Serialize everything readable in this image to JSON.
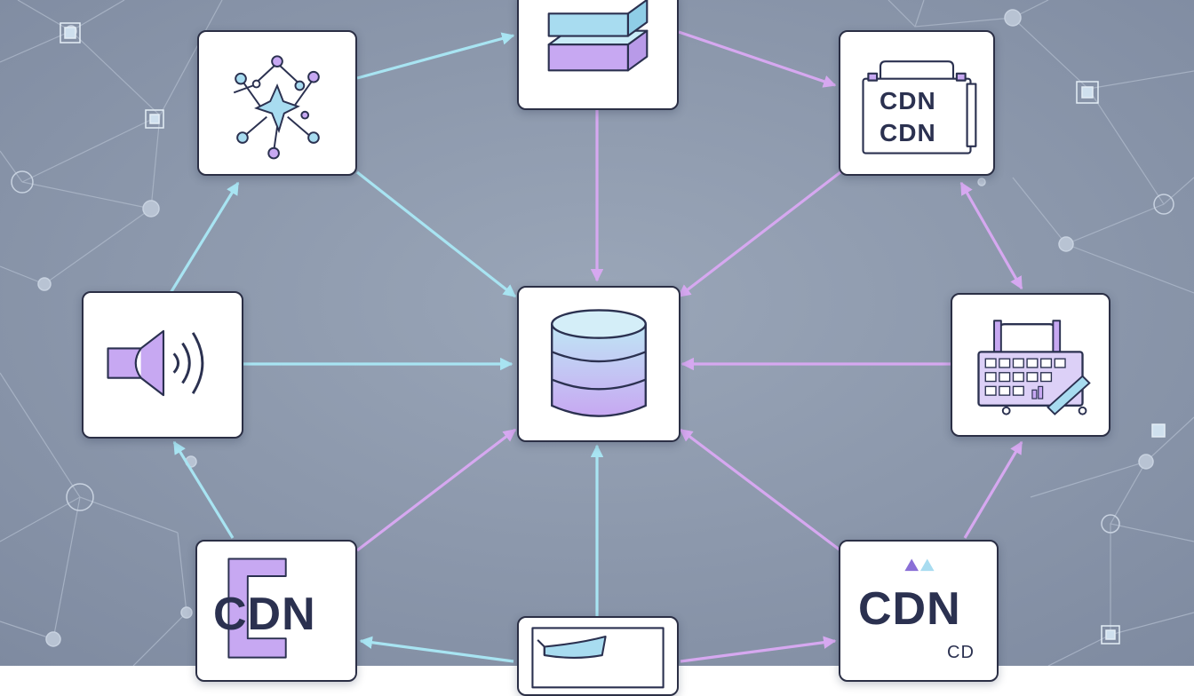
{
  "colors": {
    "background": "#8c99ad",
    "node_fill": "#ffffff",
    "node_border": "#2b2f45",
    "arrow_cyan": "#a8e4f2",
    "arrow_violet": "#d6a8f0",
    "accent_lavender": "#c7a8f2",
    "accent_teal": "#a8dcf0"
  },
  "nodes": {
    "network_graph": {
      "icon": "network-graph-icon"
    },
    "stacked_cubes": {
      "icon": "stacked-cubes-icon"
    },
    "cdn_folder": {
      "icon": "cdn-folder-icon",
      "line1": "CDN",
      "line2": "CDN"
    },
    "speaker": {
      "icon": "speaker-icon"
    },
    "central_database": {
      "icon": "database-icon"
    },
    "basket_keyboard": {
      "icon": "basket-keyboard-icon"
    },
    "cdn_bracket": {
      "icon": "cdn-bracket-icon",
      "label": "CDN"
    },
    "document": {
      "icon": "document-icon"
    },
    "cdn_logo": {
      "icon": "cdn-logo-icon",
      "label": "CDN",
      "sublabel": "CD"
    }
  }
}
